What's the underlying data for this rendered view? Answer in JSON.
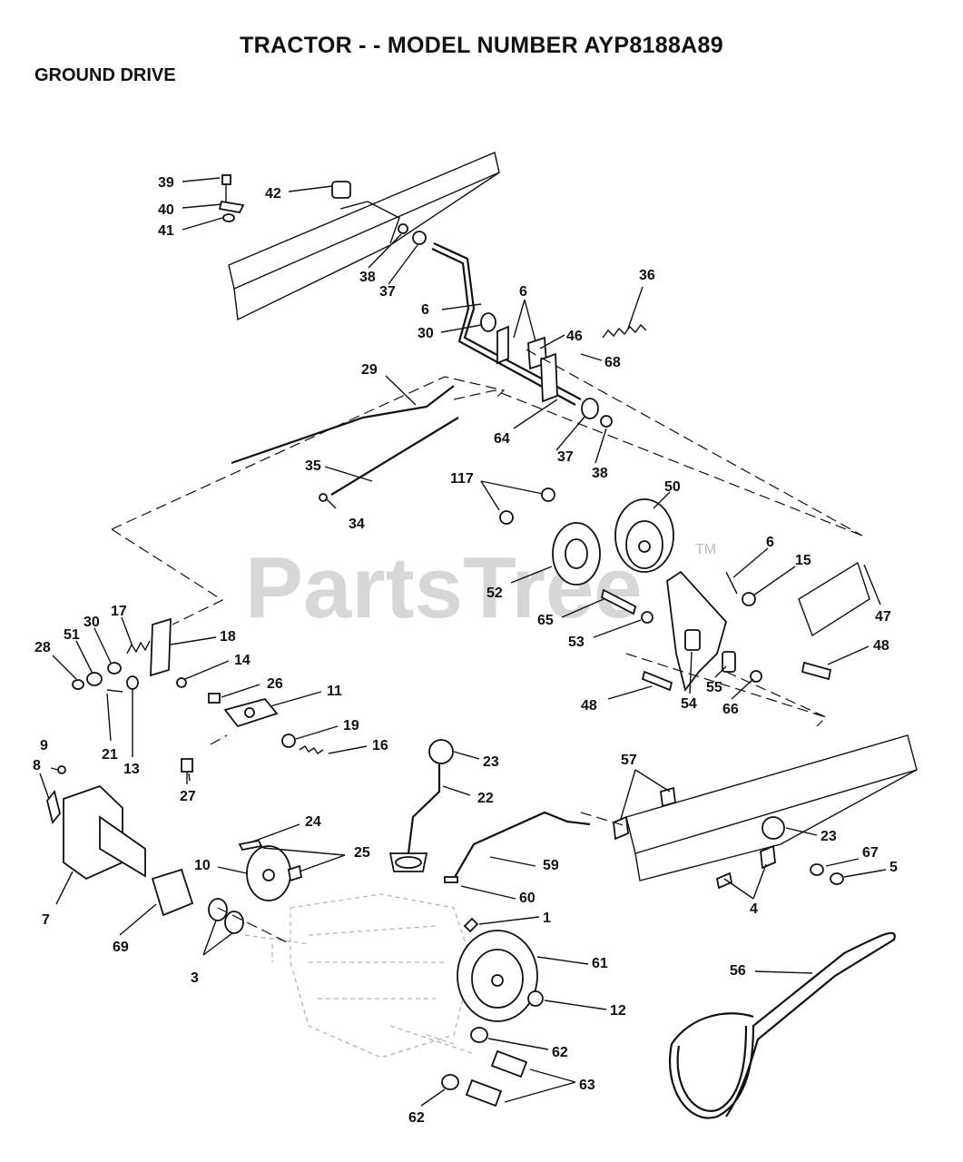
{
  "header": {
    "title": "TRACTOR - - MODEL NUMBER AYP8188A89",
    "subtitle": "GROUND DRIVE"
  },
  "watermark": {
    "text": "PartsTree",
    "trademark": "TM"
  },
  "callouts": [
    "39",
    "40",
    "41",
    "42",
    "38",
    "37",
    "6",
    "30",
    "6",
    "46",
    "36",
    "68",
    "29",
    "64",
    "37",
    "38",
    "35",
    "34",
    "117",
    "50",
    "52",
    "6",
    "15",
    "47",
    "65",
    "53",
    "48",
    "48",
    "54",
    "55",
    "66",
    "17",
    "30",
    "51",
    "28",
    "18",
    "14",
    "26",
    "11",
    "21",
    "13",
    "19",
    "16",
    "27",
    "9",
    "8",
    "23",
    "22",
    "57",
    "23",
    "67",
    "5",
    "4",
    "24",
    "25",
    "10",
    "59",
    "60",
    "7",
    "69",
    "3",
    "1",
    "61",
    "56",
    "12",
    "62",
    "63",
    "62"
  ]
}
